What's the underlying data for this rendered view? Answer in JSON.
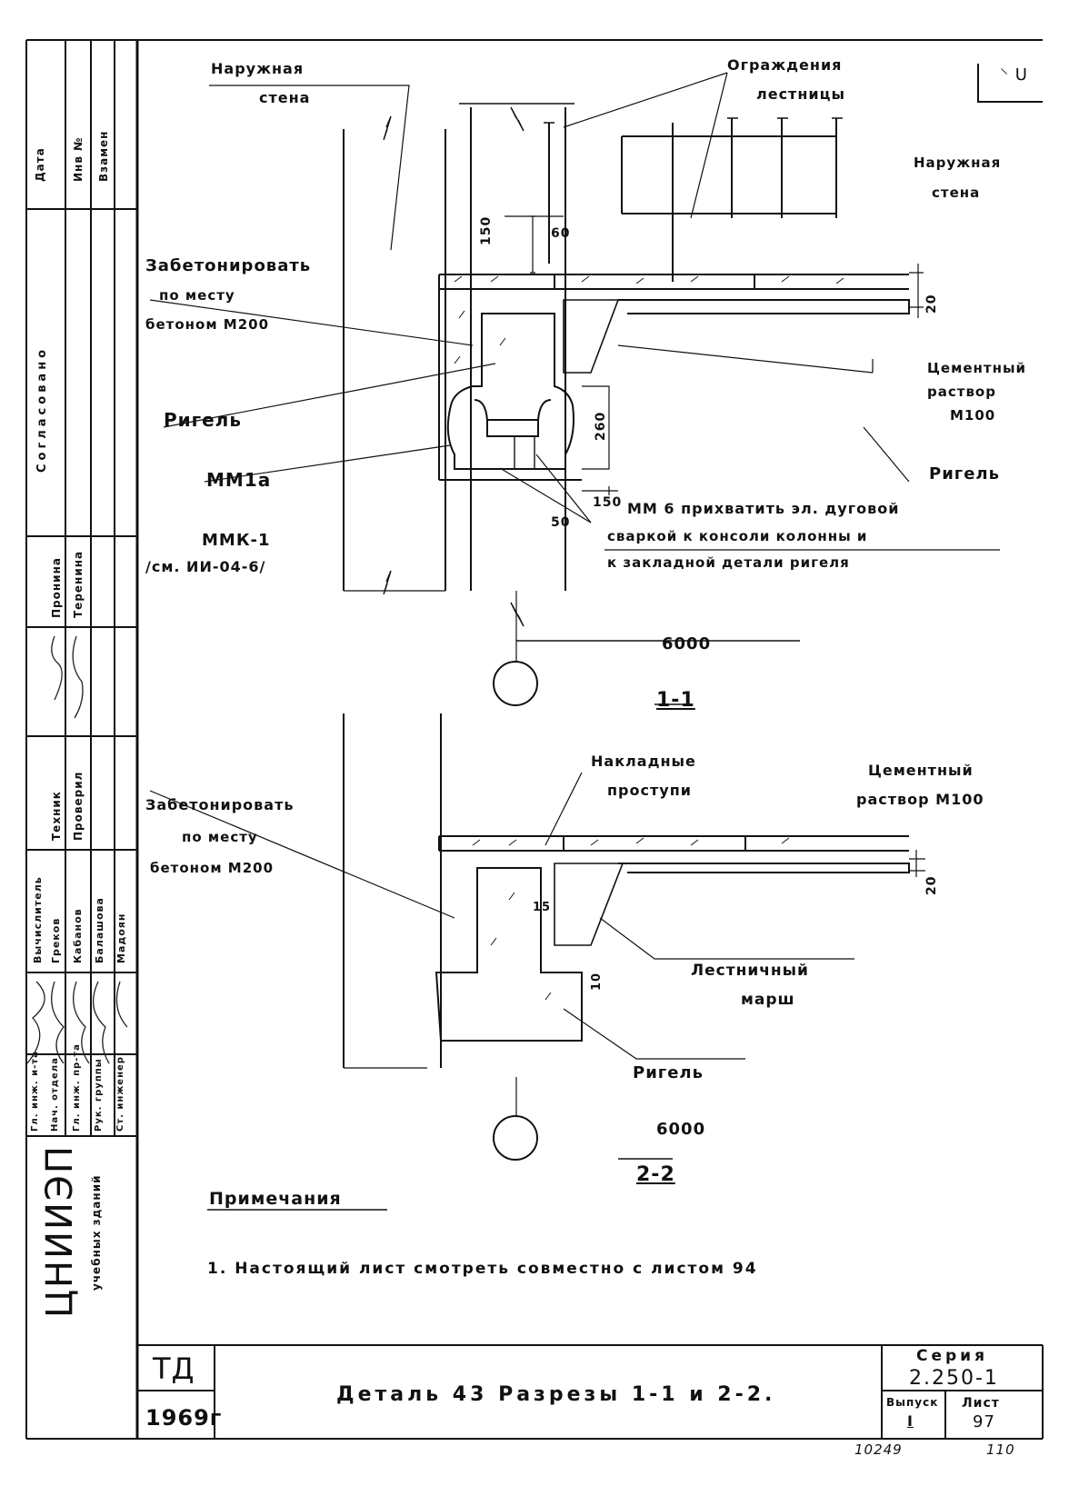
{
  "sheet": {
    "corner_mark": "⸌ U",
    "section1": {
      "outer_wall_left": [
        "Наружная",
        "стена"
      ],
      "railing": [
        "Ограждения",
        "лестницы"
      ],
      "outer_wall_right": [
        "Наружная",
        "стена"
      ],
      "concrete_fill": [
        "Забетонировать",
        "по месту",
        "бетоном М200"
      ],
      "crossbar": "Ригель",
      "part_mm1a": "ММ1а",
      "part_mmk1": "ММК-1",
      "part_ref": "/см. ИИ-04-6/",
      "cement_mortar": [
        "Цементный",
        "раствор",
        "М100"
      ],
      "crossbar_right": "Ригель",
      "mm6_note": [
        "ММ 6  прихватить эл. дуговой",
        "сваркой  к консоли колонны и",
        "к закладной детали ригеля"
      ],
      "dim_150_top": "150",
      "dim_60": "60",
      "dim_20": "20",
      "dim_260": "260",
      "dim_150_bottom": "150",
      "dim_50": "50",
      "span": "6000",
      "section_title": "1-1"
    },
    "section2": {
      "concrete_fill": [
        "Забетонировать",
        "по месту",
        "бетоном М200"
      ],
      "treads": [
        "Накладные",
        "проступи"
      ],
      "cement_mortar": [
        "Цементный",
        "раствор М100"
      ],
      "dim_15": "15",
      "dim_20": "20",
      "dim_10": "10",
      "stair_flight": [
        "Лестничный",
        "марш"
      ],
      "crossbar": "Ригель",
      "span": "6000",
      "section_title": "2-2"
    },
    "notes": {
      "heading": "Примечания",
      "item1": "1. Настоящий  лист  смотреть  совместно  с листом  94"
    }
  },
  "side_stamp": {
    "header_cells": [
      "Дата",
      "Инв №",
      "Взамен"
    ],
    "agreed": "Согласовано",
    "names_a": [
      "Пронина",
      "Теренина"
    ],
    "roles_b": [
      "Техник",
      "Проверил"
    ],
    "roles_c": [
      "Вычислитель",
      "Греков",
      "Кабанов",
      "Балашова",
      "Мадоян"
    ],
    "positions": [
      "Гл. инж. и-та",
      "Нач. отдела",
      "Гл. инж. пр-та",
      "Рук. группы",
      "Ст. инженер"
    ],
    "org_name": "ЦНИИЭП",
    "org_sub": "учебных зданий"
  },
  "title_block": {
    "code": "ТД",
    "year": "1969г",
    "title": "Деталь 43   Разрезы 1-1 и 2-2.",
    "series_label": "Серия",
    "series_value": "2.250-1",
    "issue_label": "Выпуск",
    "issue_value": "I",
    "sheet_label": "Лист",
    "sheet_value": "97",
    "archive_no": "10249",
    "page_no": "110"
  }
}
